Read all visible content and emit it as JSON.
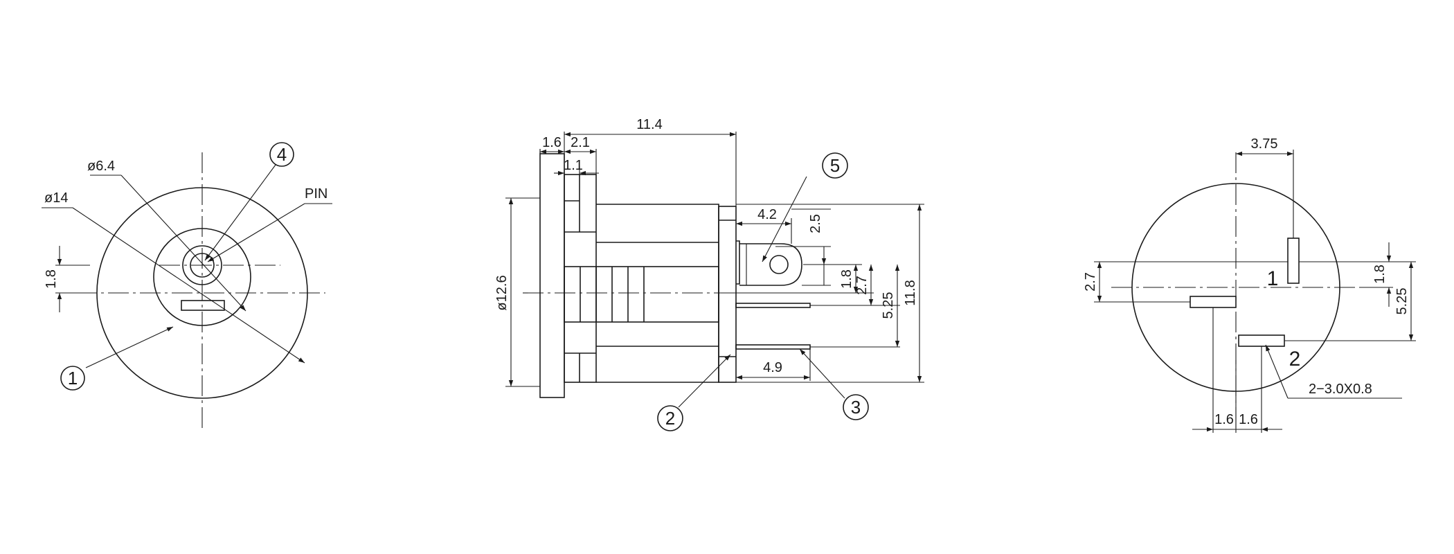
{
  "front_view": {
    "dia_outer": "ø14",
    "dia_inner": "ø6.4",
    "pin": "PIN",
    "offset": "1.8",
    "balloon_body": "1",
    "balloon_pin": "4"
  },
  "side_view": {
    "length_total": "11.4",
    "flange_thk": "1.6",
    "step": "2.1",
    "gap": "1.1",
    "dia_body": "ø12.6",
    "pin_width": "4.2",
    "pin_hole_h": "2.5",
    "offset_small": "1.8",
    "offset_27": "2.7",
    "offset_525": "5.25",
    "height_total": "11.8",
    "tab_len": "4.9",
    "balloon_tab": "2",
    "balloon_lug": "3",
    "balloon_pin": "5"
  },
  "rear_view": {
    "pin_x": "3.75",
    "left_27": "2.7",
    "right_18": "1.8",
    "right_525": "5.25",
    "label_1": "1",
    "label_2": "2",
    "slot_note": "2−3.0X0.8",
    "bottom_left": "1.6",
    "bottom_right": "1.6"
  }
}
